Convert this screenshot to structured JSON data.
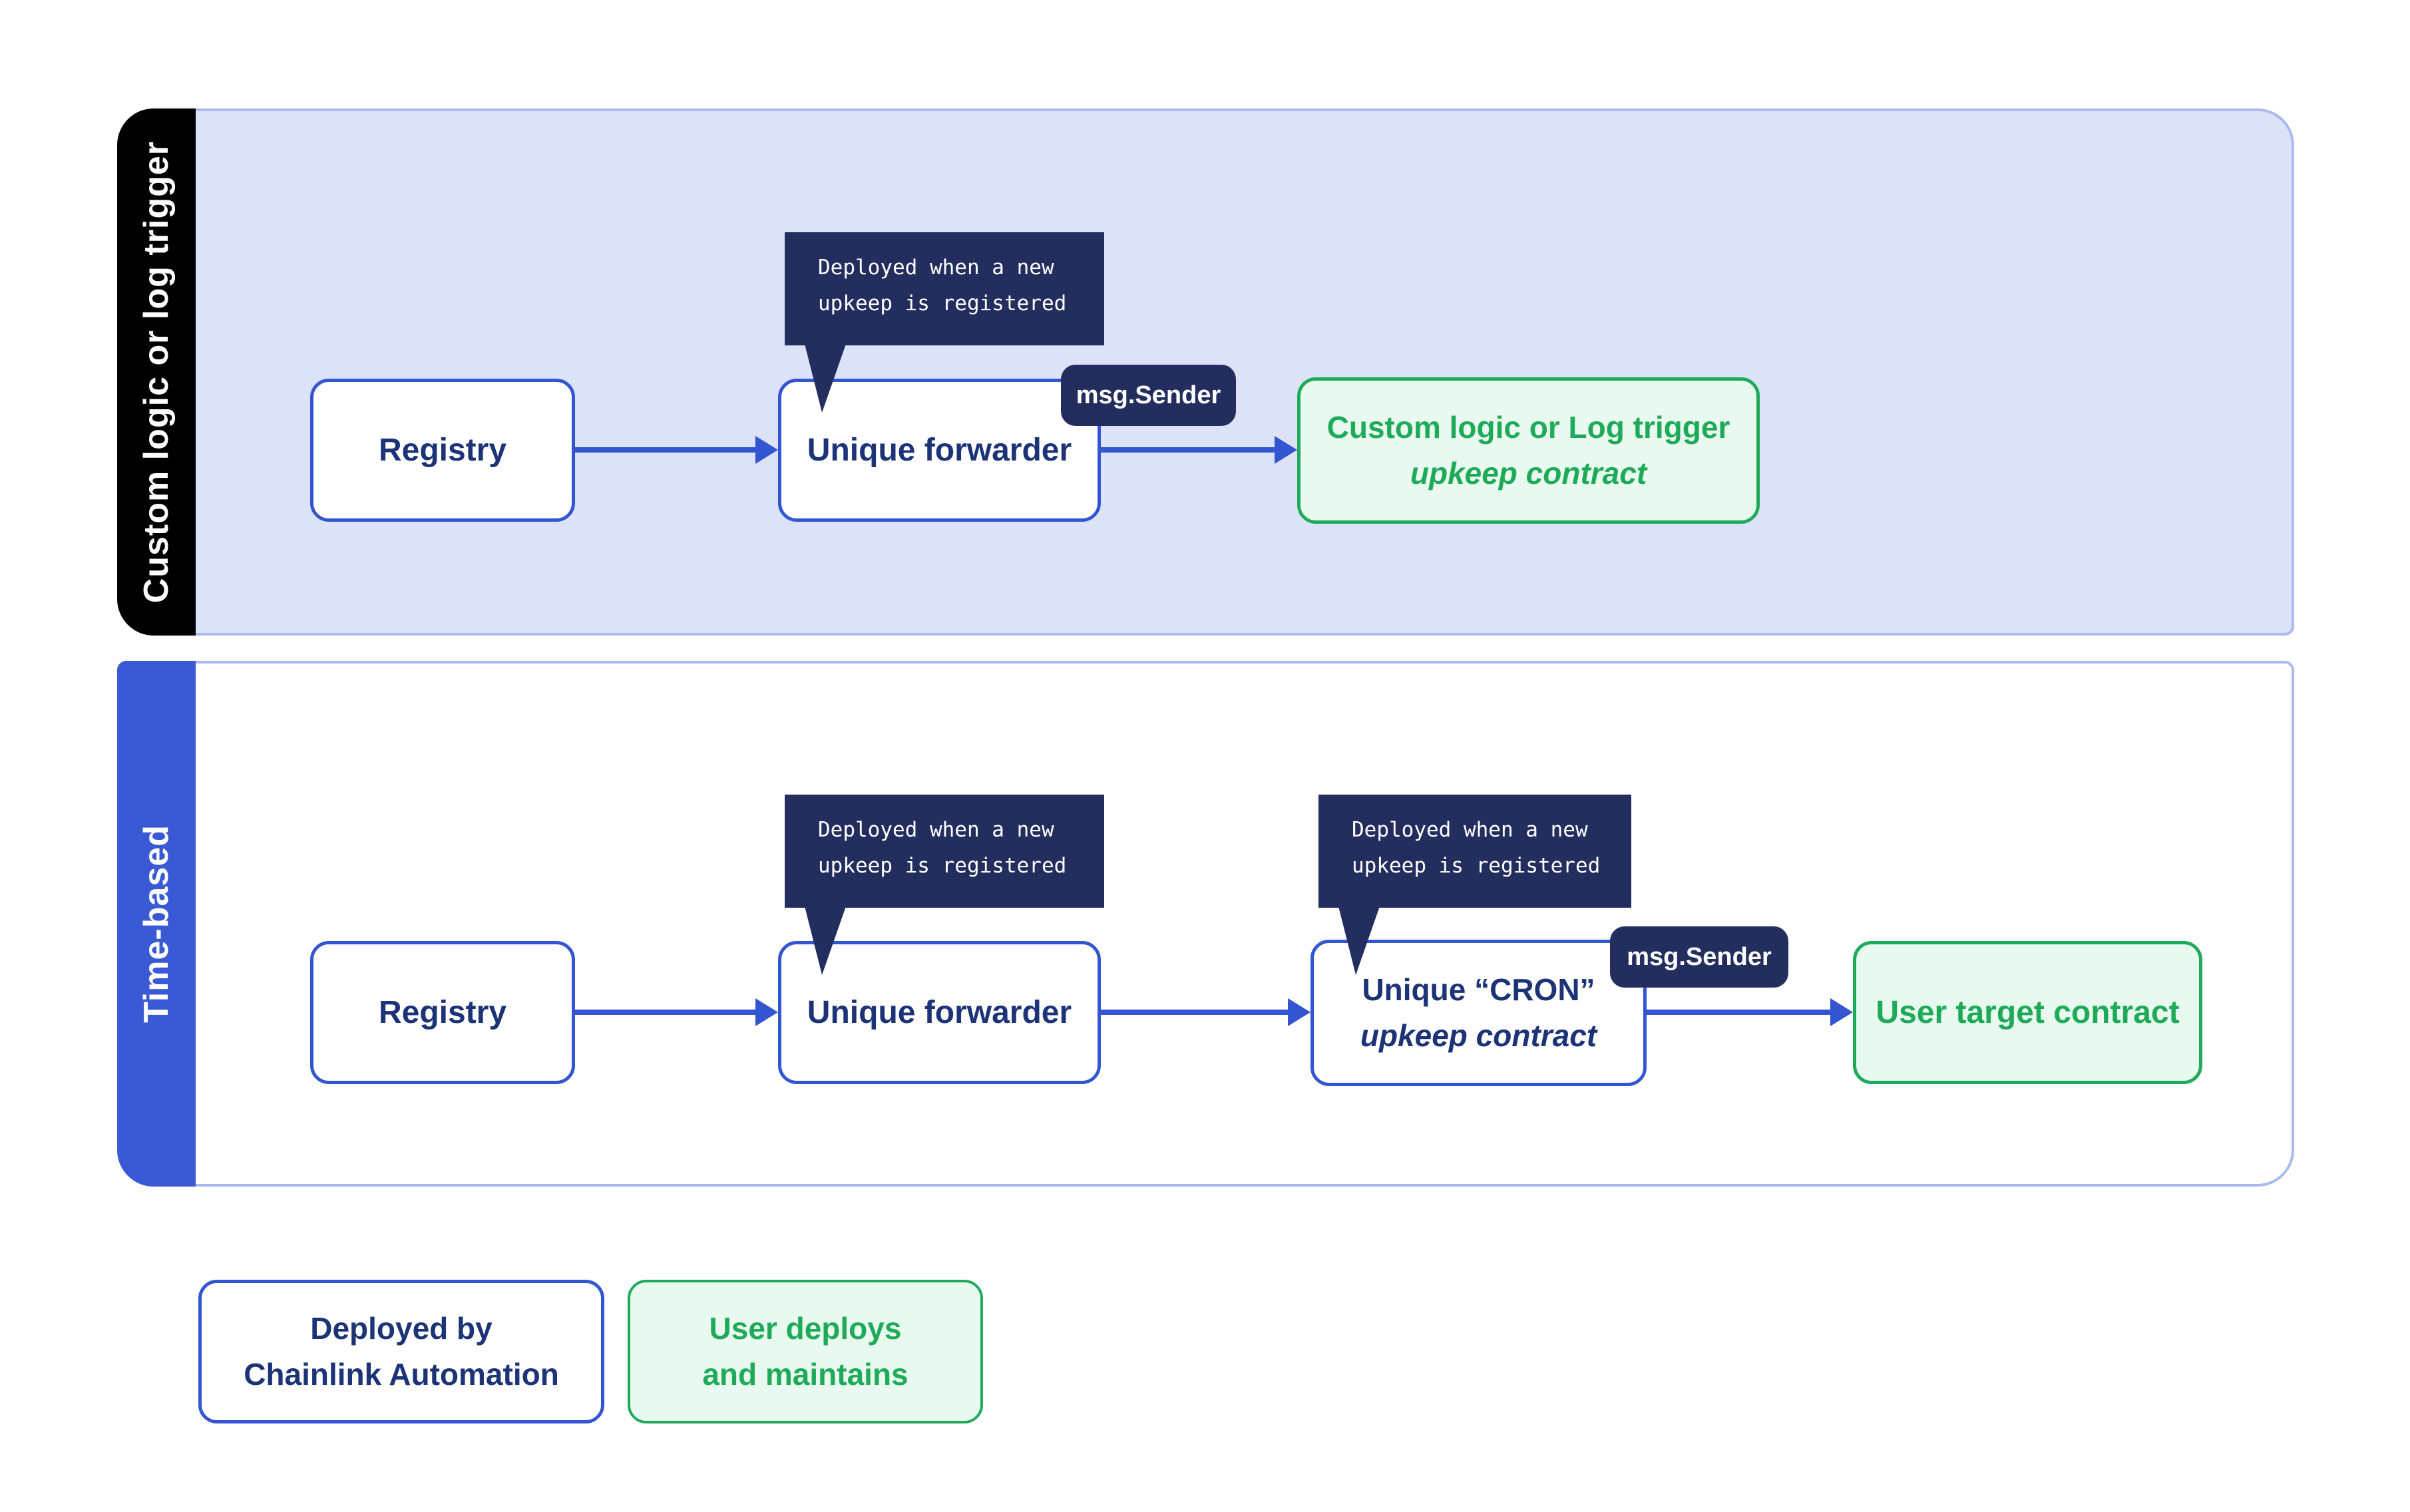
{
  "colors": {
    "blue_accent": "#3355d2",
    "royal_blue_sidebar": "#3a5ad5",
    "lane1_fill": "#dce3f8",
    "lane_border": "#a9baee",
    "navy_fill": "#232e5f",
    "navy_text": "#1c3377",
    "green": "#1faa59",
    "green_fill": "#e8faf0",
    "black_sidebar": "#000000"
  },
  "tooltip": {
    "line1": "Deployed when a new",
    "line2": "upkeep is registered"
  },
  "badge": {
    "label": "msg.Sender"
  },
  "lanes": [
    {
      "label": "Custom logic or log trigger",
      "nodes": [
        {
          "label": "Registry"
        },
        {
          "label": "Unique forwarder"
        },
        {
          "line1": "Custom logic or Log trigger",
          "line2": "upkeep contract"
        }
      ]
    },
    {
      "label": "Time-based",
      "nodes": [
        {
          "label": "Registry"
        },
        {
          "label": "Unique forwarder"
        },
        {
          "line1": "Unique “CRON”",
          "line2": "upkeep contract"
        },
        {
          "label": "User target contract"
        }
      ]
    }
  ],
  "legend": [
    {
      "line1": "Deployed by",
      "line2": "Chainlink Automation"
    },
    {
      "line1": "User deploys",
      "line2": "and maintains"
    }
  ]
}
